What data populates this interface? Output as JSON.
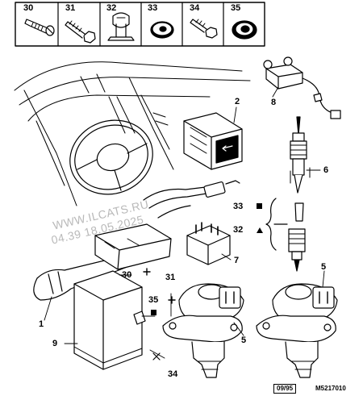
{
  "parts_bar": {
    "items": [
      {
        "number": "30",
        "icon": "self-tapping-screw-icon"
      },
      {
        "number": "31",
        "icon": "hex-bolt-icon"
      },
      {
        "number": "32",
        "icon": "cable-clip-icon"
      },
      {
        "number": "33",
        "icon": "washer-icon"
      },
      {
        "number": "34",
        "icon": "hex-nut-bolt-icon"
      },
      {
        "number": "35",
        "icon": "rubber-grommet-icon"
      }
    ]
  },
  "callouts": {
    "c1": "1",
    "c2": "2",
    "c5a": "5",
    "c5b": "5",
    "c6": "6",
    "c7": "7",
    "c8": "8",
    "c9": "9",
    "c30": "30",
    "c31": "31",
    "c32": "32",
    "c33": "33",
    "c34": "34",
    "c35": "35"
  },
  "watermark": {
    "line1": "WWW.ILCATS.RU",
    "line2": "04.39 18.05.2025"
  },
  "footer": {
    "date": "09/95",
    "ref": "M5217010"
  },
  "colors": {
    "ink": "#000000",
    "watermark": "#b9b9b9",
    "background": "#ffffff"
  }
}
